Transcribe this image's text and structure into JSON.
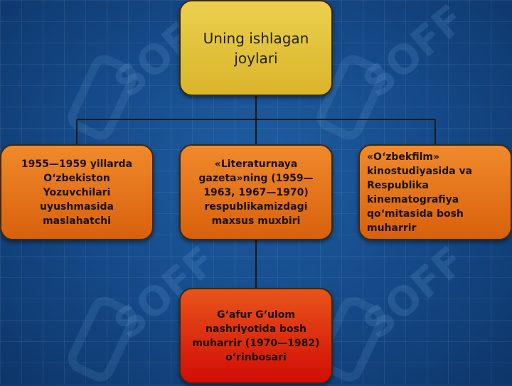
{
  "diagram": {
    "root": {
      "label": "Uning ishlagan joylari"
    },
    "children": [
      {
        "label": "1955—1959 yillarda O‘zbekiston Yozuvchilari uyushmasida maslahatchi"
      },
      {
        "label": "«Literaturnaya gazeta»ning (1959—1963, 1967—1970) respublikamizdagi maxsus muxbiri"
      },
      {
        "label": "«O‘zbekfilm» kinostudiyasida va Respublika kinematografiya qo‘mitasida bosh muharrir"
      }
    ],
    "bottom": {
      "label": "G‘afur G‘ulom nashriyotida bosh muharrir (1970—1982) o‘rinbosari"
    }
  },
  "watermark": {
    "text": "SOFF"
  },
  "colors": {
    "background": "#164c8c",
    "root_fill": "#e2c23a",
    "child_fill": "#e3731a",
    "bottom_fill": "#d10c06",
    "connector": "#1a1a1a"
  }
}
